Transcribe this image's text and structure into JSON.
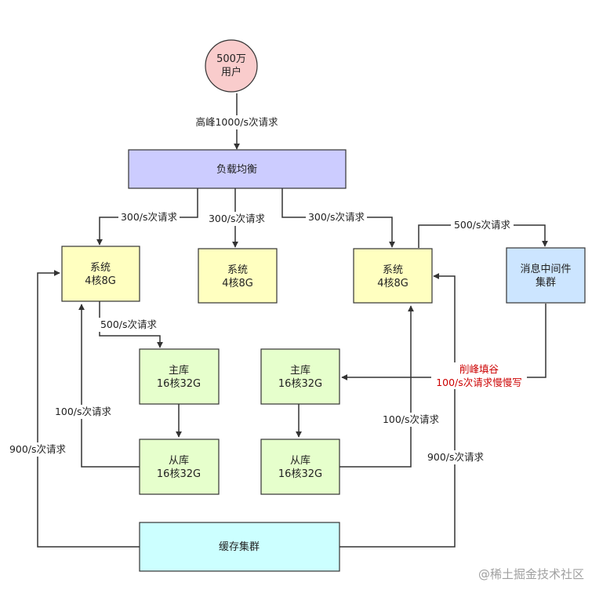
{
  "nodes": {
    "users": {
      "lines": [
        "500万",
        "用户"
      ],
      "fill": "#f9cccc"
    },
    "load_balancer": {
      "lines": [
        "负载均衡"
      ],
      "fill": "#ccccff"
    },
    "system1": {
      "lines": [
        "系统",
        "4核8G"
      ],
      "fill": "#ffffc0"
    },
    "system2": {
      "lines": [
        "系统",
        "4核8G"
      ],
      "fill": "#ffffc0"
    },
    "system3": {
      "lines": [
        "系统",
        "4核8G"
      ],
      "fill": "#ffffc0"
    },
    "mq": {
      "lines": [
        "消息中间件",
        "集群"
      ],
      "fill": "#cce5ff"
    },
    "master1": {
      "lines": [
        "主库",
        "16核32G"
      ],
      "fill": "#e6ffcc"
    },
    "master2": {
      "lines": [
        "主库",
        "16核32G"
      ],
      "fill": "#e6ffcc"
    },
    "slave1": {
      "lines": [
        "从库",
        "16核32G"
      ],
      "fill": "#e6ffcc"
    },
    "slave2": {
      "lines": [
        "从库",
        "16核32G"
      ],
      "fill": "#e6ffcc"
    },
    "cache": {
      "lines": [
        "缓存集群"
      ],
      "fill": "#ccffff"
    }
  },
  "edges": {
    "users_to_lb": "高峰1000/s次请求",
    "lb_to_sys1": "300/s次请求",
    "lb_to_sys2": "300/s次请求",
    "lb_to_sys3": "300/s次请求",
    "sys3_to_mq": "500/s次请求",
    "sys1_to_master1": "500/s次请求",
    "slave1_to_sys1": "100/s次请求",
    "slave2_to_sys3": "100/s次请求",
    "cache_to_sys1": "900/s次请求",
    "cache_to_sys3": "900/s次请求",
    "mq_to_master2": [
      "削峰填谷",
      "100/s次请求慢慢写"
    ]
  },
  "colors": {
    "stroke": "#333333",
    "line": "#333333",
    "annotation": "#cc0000"
  },
  "watermark": "@稀土掘金技术社区"
}
